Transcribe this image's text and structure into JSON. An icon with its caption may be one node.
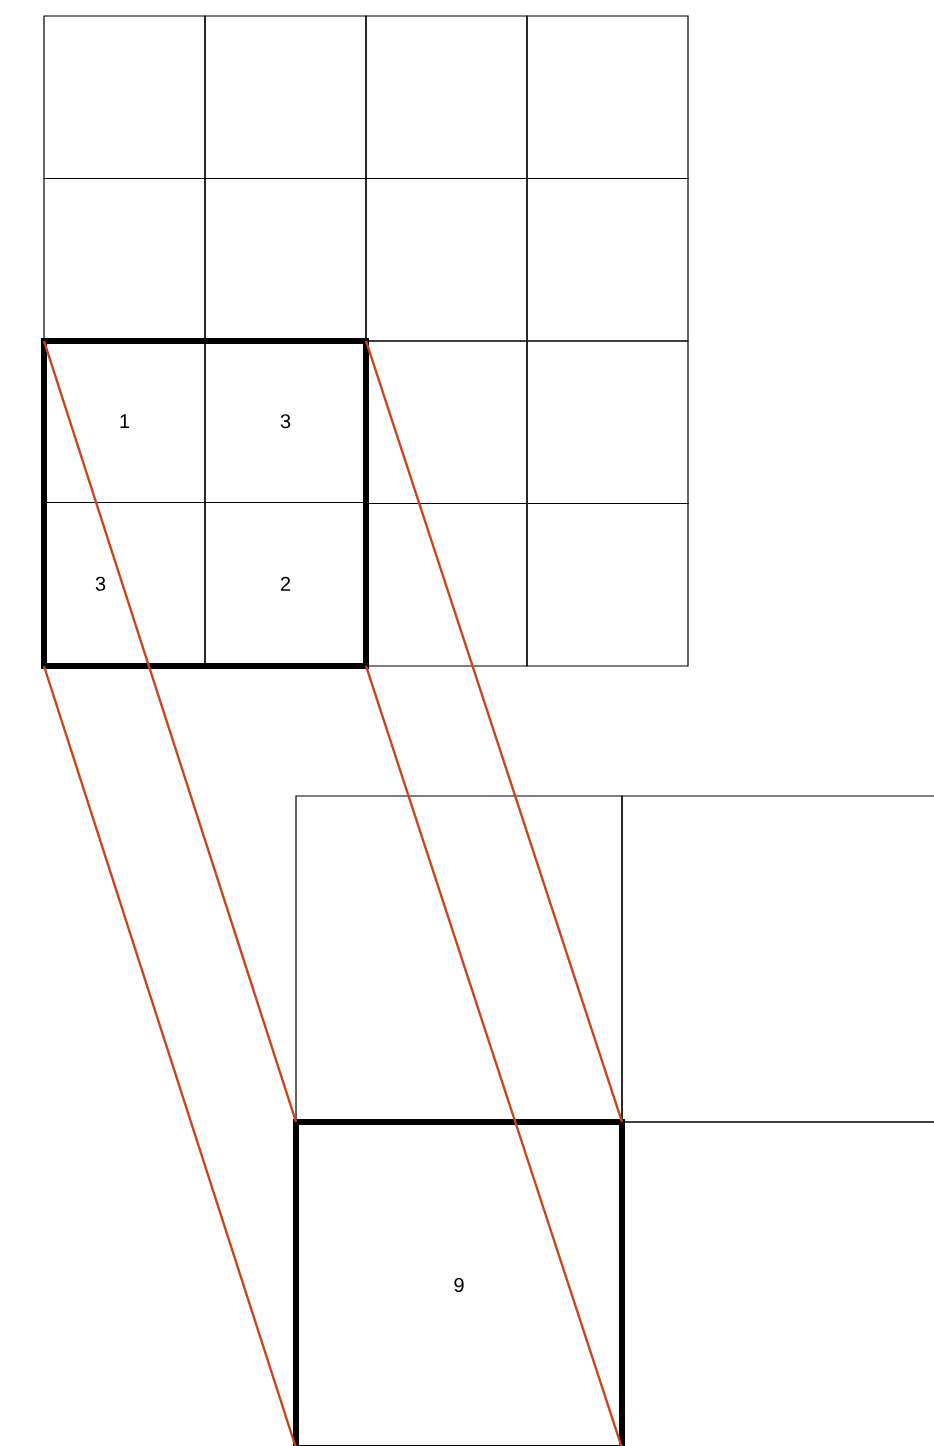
{
  "diagram": {
    "nodes": [
      {
        "text": [],
        "shape": "box"
      },
      {
        "text": [],
        "shape": "box"
      },
      {
        "text": [],
        "shape": "box"
      },
      {
        "text": [],
        "shape": "box"
      },
      {
        "text": [],
        "shape": "box"
      },
      {
        "text": [],
        "shape": "box"
      },
      {
        "text": [],
        "shape": "box"
      },
      {
        "text": [],
        "shape": "box"
      },
      {
        "text": [],
        "shape": "box"
      },
      {
        "text": [
          "1"
        ],
        "in": 8
      },
      {
        "text": [
          "3"
        ],
        "in": 8
      },
      {
        "text": [],
        "shape": "box"
      },
      {
        "text": [],
        "shape": "box"
      },
      {
        "text": [
          "3"
        ],
        "in": 8
      },
      {
        "text": [
          "2"
        ],
        "in": 8
      },
      {
        "text": [],
        "shape": "box"
      },
      {
        "text": [],
        "shape": "box"
      },
      {
        "text": [],
        "shape": "box"
      },
      {
        "text": [],
        "shape": "box"
      },
      {
        "text": [
          "9"
        ]
      },
      {
        "text": [],
        "shape": "box"
      }
    ]
  }
}
